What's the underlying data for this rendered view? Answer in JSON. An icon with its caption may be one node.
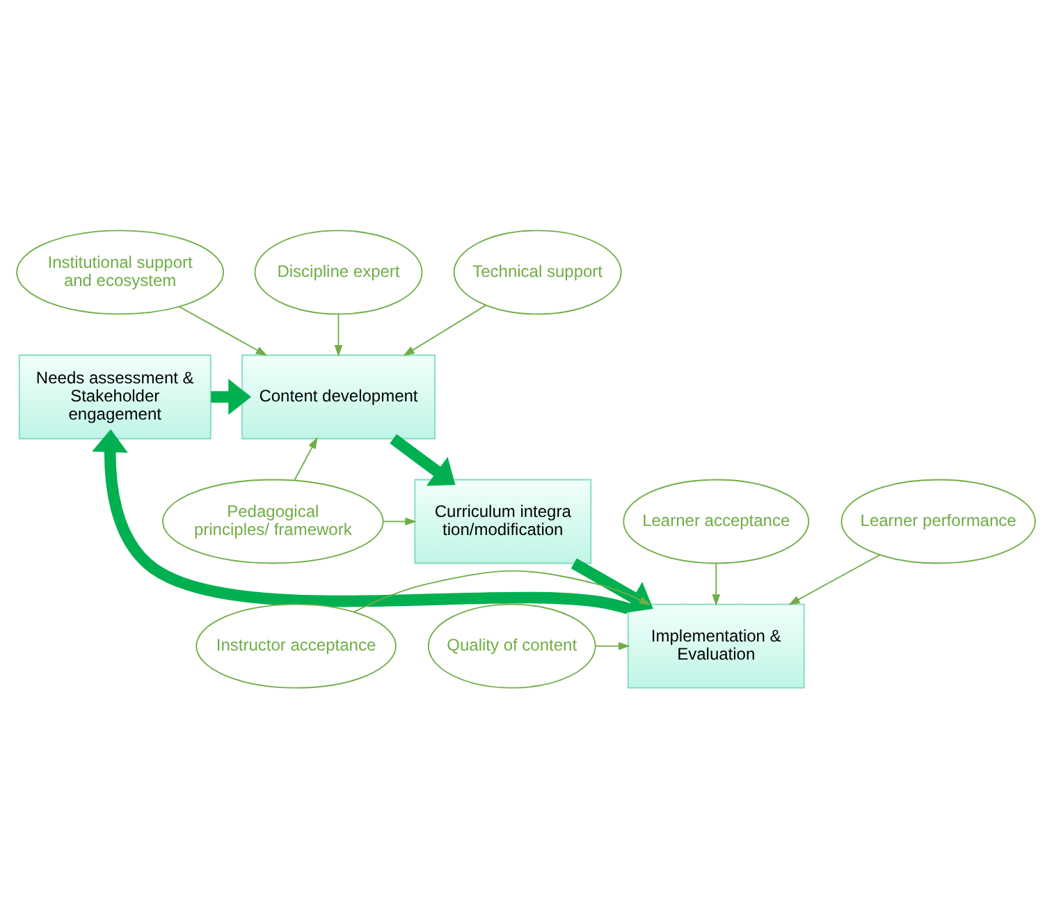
{
  "diagram": {
    "nodes": [
      {
        "text": [
          "Needs assessment & Stakeholder engagement"
        ]
      },
      {
        "text": [
          "Content development"
        ]
      },
      {
        "text": [
          "Curriculum integration/modification"
        ]
      },
      {
        "text": [
          "Implementation & Evaluation"
        ]
      },
      {
        "text": [
          "Institutional support and ecosystem"
        ]
      },
      {
        "text": [
          "Discipline expert"
        ]
      },
      {
        "text": [
          "Technical support"
        ]
      },
      {
        "text": [
          "Pedagogical principles/ framework"
        ]
      },
      {
        "text": [
          "Instructor acceptance"
        ]
      },
      {
        "text": [
          "Quality of content"
        ]
      },
      {
        "text": [
          "Learner acceptance"
        ]
      },
      {
        "text": [
          "Learner performance"
        ]
      }
    ],
    "edges": [
      {
        "from": 0,
        "to": 1,
        "arrow": "to",
        "style": "thick",
        "color": "#00b050"
      },
      {
        "from": 1,
        "to": 2,
        "arrow": "to",
        "style": "thick",
        "color": "#00b050"
      },
      {
        "from": 2,
        "to": 3,
        "arrow": "to",
        "style": "thick",
        "color": "#00b050"
      },
      {
        "from": 3,
        "to": 0,
        "arrow": "to",
        "style": "thick",
        "color": "#00b050"
      },
      {
        "from": 4,
        "to": 1,
        "arrow": "to"
      },
      {
        "from": 5,
        "to": 1,
        "arrow": "to"
      },
      {
        "from": 6,
        "to": 1,
        "arrow": "to"
      },
      {
        "from": 7,
        "to": 1,
        "arrow": "to"
      },
      {
        "from": 7,
        "to": 2,
        "arrow": "to"
      },
      {
        "from": 8,
        "to": 3,
        "arrow": "to"
      },
      {
        "from": 9,
        "to": 3,
        "arrow": "to"
      },
      {
        "from": 10,
        "to": 3,
        "arrow": "to"
      },
      {
        "from": 11,
        "to": 3,
        "arrow": "to"
      }
    ]
  }
}
